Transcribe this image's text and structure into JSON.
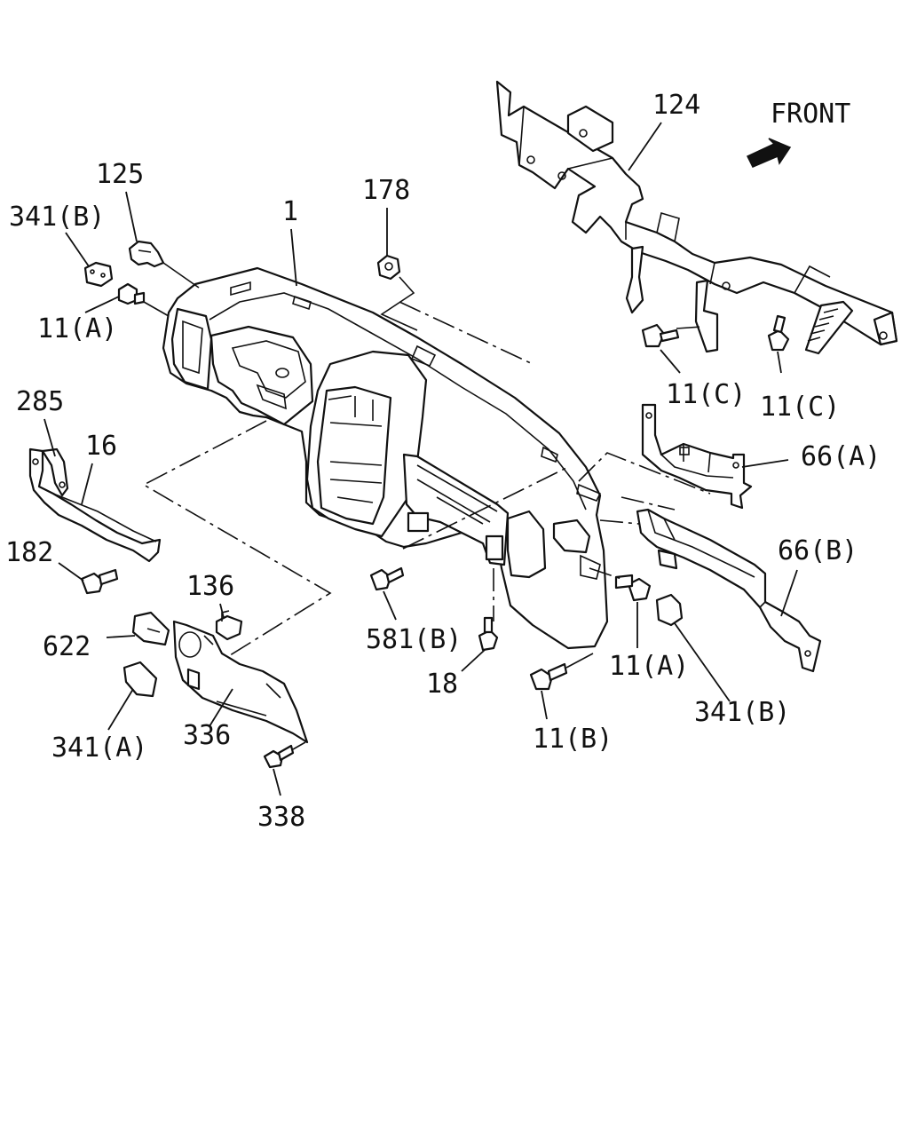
{
  "diagram": {
    "direction_label": "FRONT",
    "callouts": {
      "c124": "124",
      "c125": "125",
      "c341b_top": "341(B)",
      "c1": "1",
      "c178": "178",
      "c11a_top": "11(A)",
      "c285": "285",
      "c16": "16",
      "c182": "182",
      "c11c_left": "11(C)",
      "c11c_right": "11(C)",
      "c66a": "66(A)",
      "c66b": "66(B)",
      "c136": "136",
      "c622": "622",
      "c581b": "581(B)",
      "c11a_bottom": "11(A)",
      "c18": "18",
      "c341b_bottom": "341(B)",
      "c336": "336",
      "c341a": "341(A)",
      "c11b": "11(B)",
      "c338": "338"
    }
  }
}
